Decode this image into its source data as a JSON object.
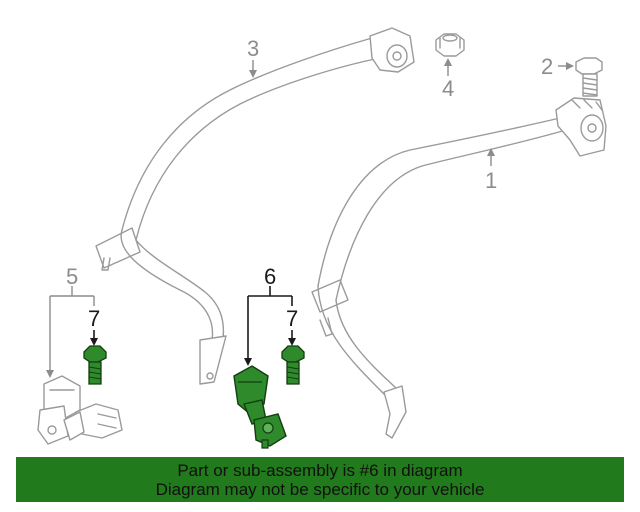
{
  "colors": {
    "banner_bg": "#217a1b",
    "highlight_part": "#2e8a2b",
    "highlight_stroke": "#143d12",
    "line_gray": "#9a9a9a",
    "text_gray": "#8c8c8c",
    "text_dark": "#1a1a1a"
  },
  "callouts": {
    "c1": "1",
    "c2": "2",
    "c3": "3",
    "c4": "4",
    "c5": "5",
    "c6": "6",
    "c7_left": "7",
    "c7_right": "7"
  },
  "banner": {
    "line1": "Part or sub-assembly is #6 in diagram",
    "line2": "Diagram may not be specific to your vehicle"
  }
}
